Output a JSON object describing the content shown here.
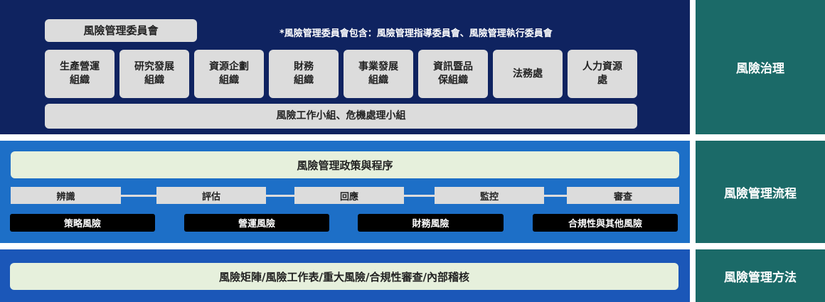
{
  "governance": {
    "committee": "風險管理委員會",
    "note": "*風險管理委員會包含：風險管理指導委員會、風險管理執行委員會",
    "units": [
      "生產營運\n組織",
      "研究發展\n組織",
      "資源企劃\n組織",
      "財務\n組織",
      "事業發展\n組織",
      "資訊暨品\n保組織",
      "法務處",
      "人力資源\n處"
    ],
    "working_group": "風險工作小組、危機處理小組"
  },
  "process": {
    "policy": "風險管理政策與程序",
    "steps": [
      "辨識",
      "評估",
      "回應",
      "監控",
      "審查"
    ],
    "risks": [
      "策略風險",
      "營運風險",
      "財務風險",
      "合規性與其他風險"
    ]
  },
  "method": {
    "tools": "風險矩陣/風險工作表/重大風險/合規性審查/內部稽核"
  },
  "side_labels": {
    "governance": "風險治理",
    "process": "風險管理流程",
    "method": "風險管理方法"
  }
}
